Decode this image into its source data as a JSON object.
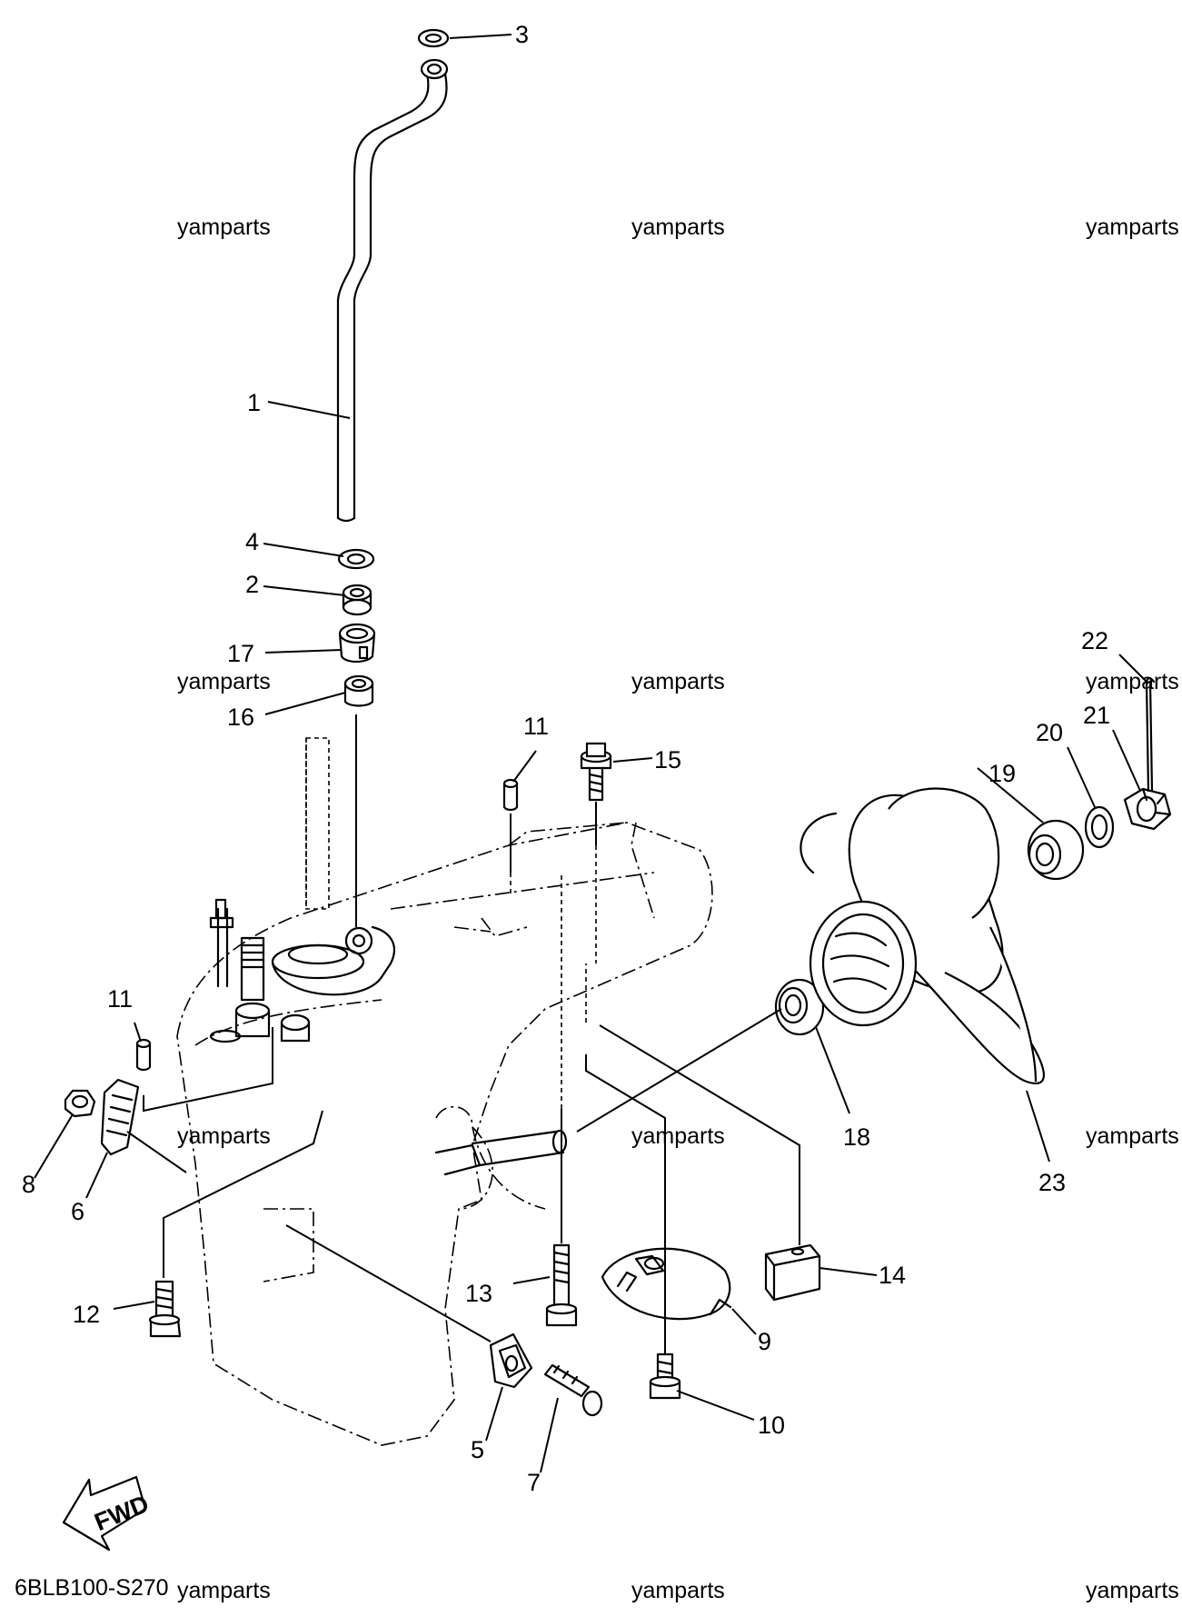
{
  "diagram_code": "6BLB100-S270",
  "watermark": "yamparts",
  "fwd_label": "FWD",
  "callouts": {
    "c1": "1",
    "c2": "2",
    "c3": "3",
    "c4": "4",
    "c5": "5",
    "c6": "6",
    "c7": "7",
    "c8": "8",
    "c9": "9",
    "c10": "10",
    "c11a": "11",
    "c11b": "11",
    "c12": "12",
    "c13": "13",
    "c14": "14",
    "c15": "15",
    "c16": "16",
    "c17": "17",
    "c18": "18",
    "c19": "19",
    "c20": "20",
    "c21": "21",
    "c22": "22",
    "c23": "23"
  }
}
